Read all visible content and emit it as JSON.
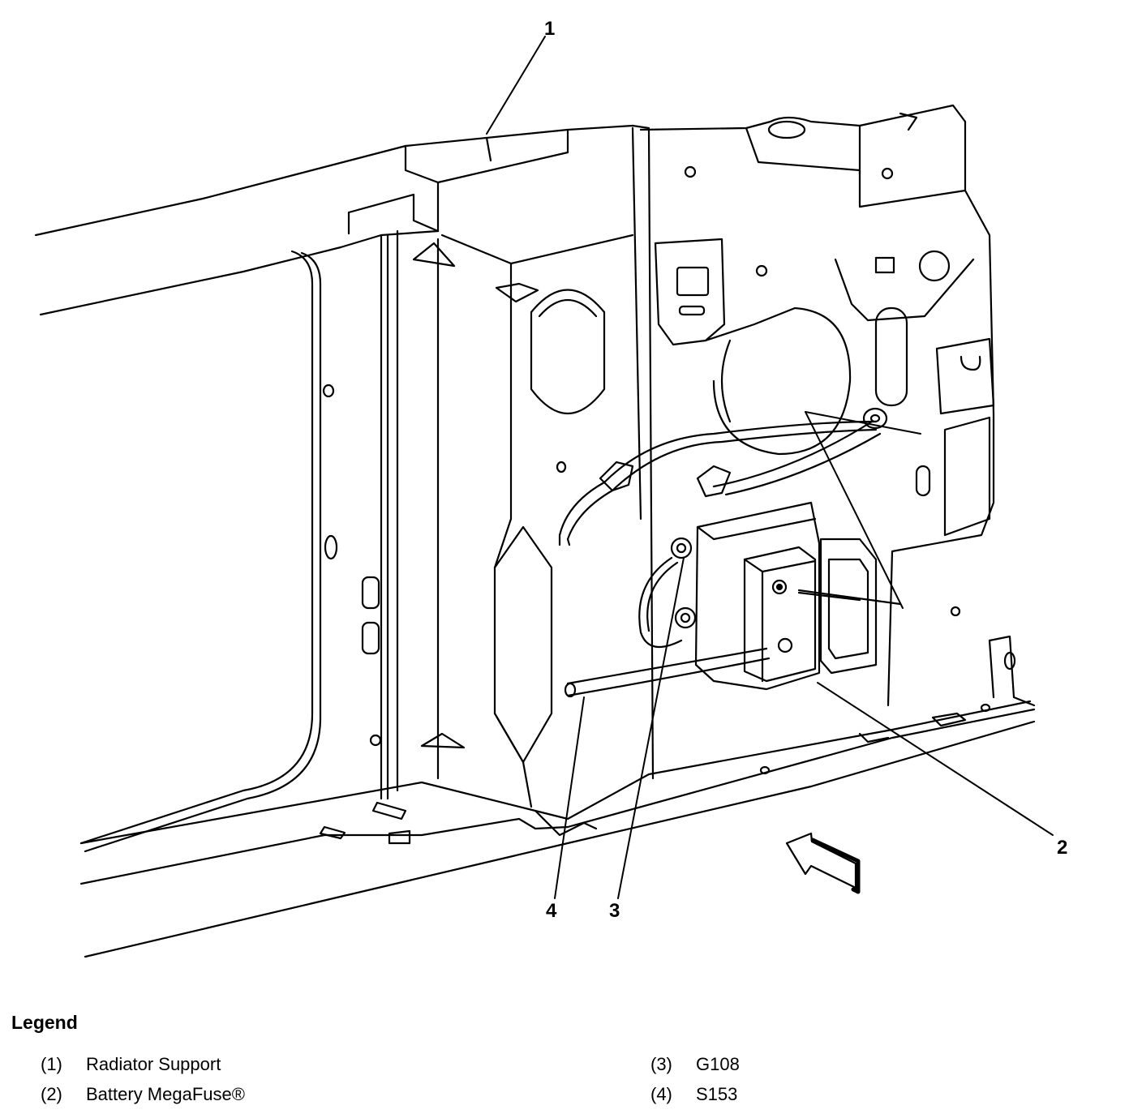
{
  "callouts": {
    "c1": "1",
    "c2": "2",
    "c3": "3",
    "c4": "4"
  },
  "legend": {
    "title": "Legend",
    "items": [
      {
        "num": "(1)",
        "label": "Radiator Support"
      },
      {
        "num": "(2)",
        "label": "Battery MegaFuse®"
      },
      {
        "num": "(3)",
        "label": "G108"
      },
      {
        "num": "(4)",
        "label": "S153"
      }
    ]
  }
}
